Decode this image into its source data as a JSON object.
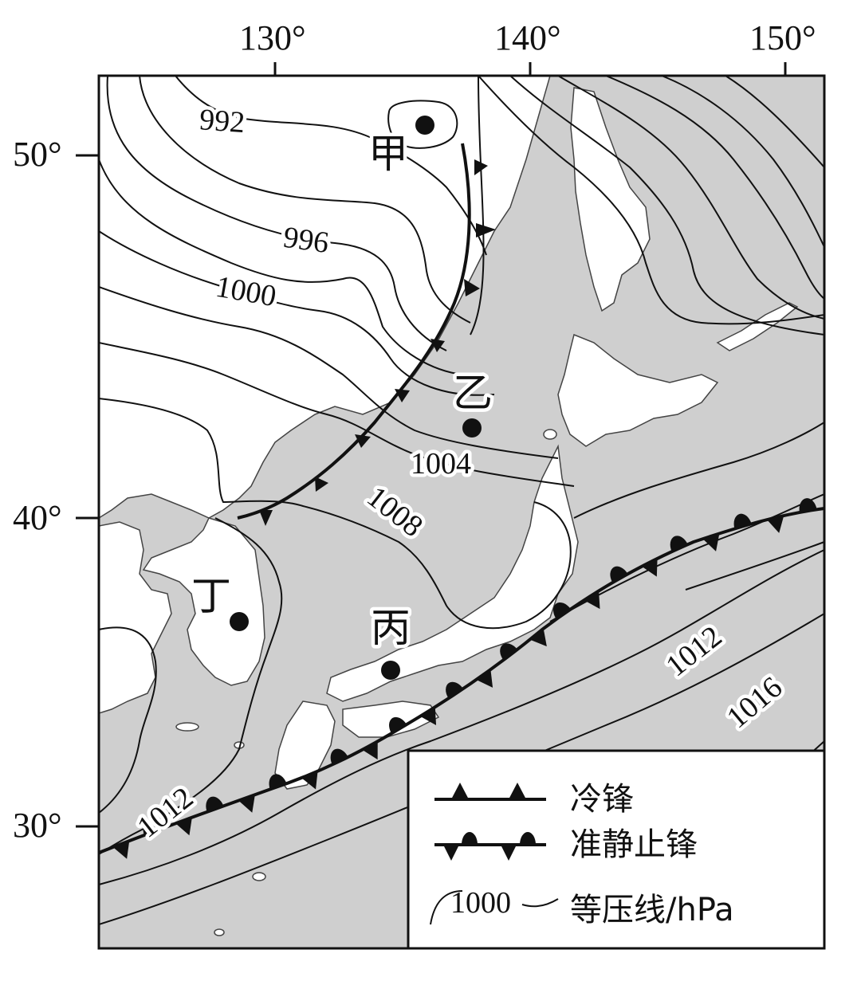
{
  "axes": {
    "longitude_labels": [
      "130°",
      "140°",
      "150°"
    ],
    "latitude_labels": [
      "50°",
      "40°",
      "30°"
    ]
  },
  "points": {
    "jia": "甲",
    "yi": "乙",
    "bing": "丙",
    "ding": "丁"
  },
  "isobars": {
    "l992": "992",
    "l996": "996",
    "l1000": "1000",
    "l1004": "1004",
    "l1008": "1008",
    "l1012_sw": "1012",
    "l1012_e": "1012",
    "l1016": "1016"
  },
  "legend": {
    "cold_front": "冷锋",
    "stationary_front": "准静止锋",
    "isobar_sample_value": "1000",
    "isobar": "等压线/hPa"
  },
  "colors": {
    "sea": "#cfcfcf",
    "land": "#ffffff",
    "line": "#111111"
  }
}
